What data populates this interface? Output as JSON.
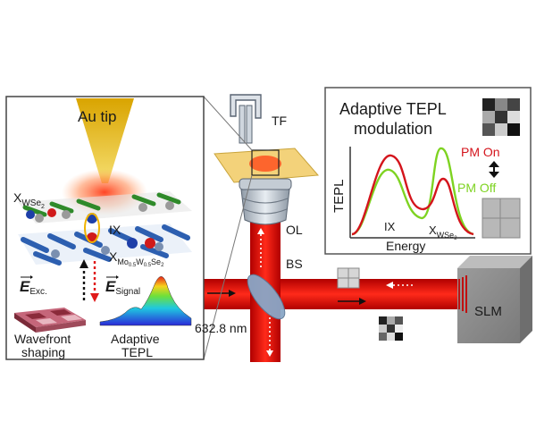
{
  "inset_left": {
    "tip_label": "Au tip",
    "x_wse2": {
      "base": "X",
      "sub": "WSe",
      "sub2": "2"
    },
    "ix_label": "IX",
    "x_mowse": {
      "base": "X",
      "sub": "Mo",
      "s1": "0.5",
      "mid": "W",
      "s2": "0.5",
      "end": "Se",
      "s3": "2"
    },
    "e_exc": {
      "base": "E",
      "sub": "Exc."
    },
    "e_signal": {
      "base": "E",
      "sub": "Signal"
    },
    "wavefront_line1": "Wavefront",
    "wavefront_line2": "shaping",
    "adaptive_line1": "Adaptive",
    "adaptive_line2": "TEPL"
  },
  "inset_right": {
    "title_line1": "Adaptive TEPL",
    "title_line2": "modulation",
    "y_axis": "TEPL",
    "x_axis": "Energy",
    "peak_ix": "IX",
    "peak_x": {
      "base": "X",
      "sub": "WSe",
      "sub2": "2"
    },
    "pm_on": "PM On",
    "pm_off": "PM Off",
    "pm_on_color": "#d4141c",
    "pm_off_color": "#7ed321"
  },
  "setup": {
    "tf": "TF",
    "ol": "OL",
    "bs": "BS",
    "slm": "SLM",
    "wavelength": "632.8 nm",
    "beam_color": "#e01010"
  }
}
